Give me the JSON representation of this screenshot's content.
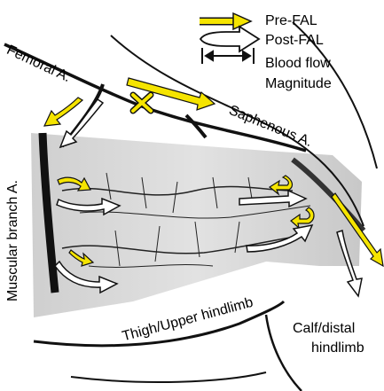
{
  "legend": {
    "pre_fal": "Pre-FAL",
    "post_fal": "Post-FAL",
    "blood_flow": "Blood flow",
    "magnitude": "Magnitude"
  },
  "labels": {
    "femoral": "Femoral A.",
    "saphenous": "Saphenous A.",
    "muscular": "Muscular branch  A.",
    "thigh": "Thigh/Upper hindlimb",
    "calf_line1": "Calf/distal",
    "calf_line2": "hindlimb"
  },
  "colors": {
    "pre_fal_arrow": "#f5e400",
    "post_fal_arrow": "#ffffff",
    "ligation_mark": "#f5e400",
    "vessel": "#111111"
  }
}
